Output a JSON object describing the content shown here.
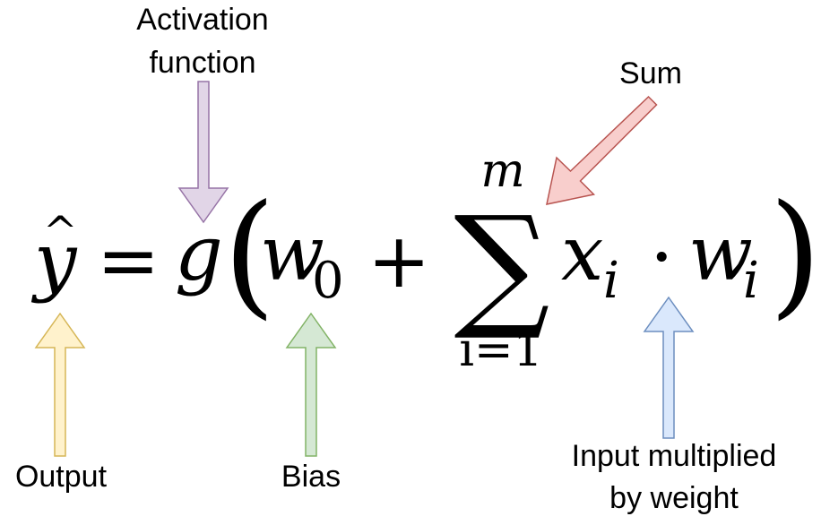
{
  "labels": {
    "activation_line1": "Activation",
    "activation_line2": "function",
    "sum": "Sum",
    "output": "Output",
    "bias": "Bias",
    "input_line1": "Input multiplied",
    "input_line2": "by weight"
  },
  "equation": {
    "output_symbol": "y",
    "output_hat": "^",
    "equals": "=",
    "function": "g",
    "open_paren": "(",
    "weight_base": "w",
    "weight_sub": "0",
    "plus": "+",
    "sum_symbol": "∑",
    "sum_upper": "m",
    "sum_lower": "i=1",
    "input_base": "x",
    "input_sub": "i",
    "dot": "·",
    "w_base": "w",
    "w_sub": "i",
    "close_paren": ")"
  },
  "colors": {
    "activation_fill": "#e1d5e7",
    "activation_stroke": "#9673a6",
    "sum_fill": "#f8cecc",
    "sum_stroke": "#b85450",
    "output_fill": "#fff2cc",
    "output_stroke": "#d6b656",
    "bias_fill": "#d5e8d4",
    "bias_stroke": "#82b366",
    "input_fill": "#dae8fc",
    "input_stroke": "#6c8ebf"
  }
}
